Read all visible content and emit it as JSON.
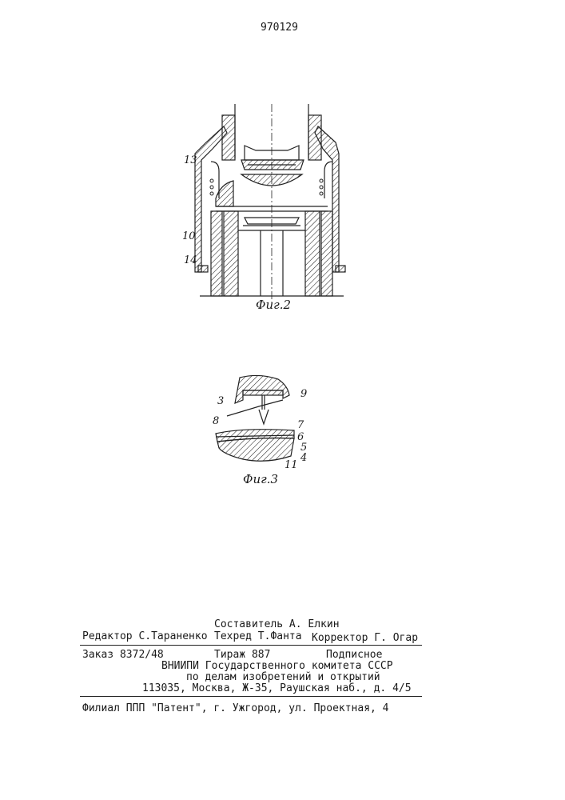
{
  "patent_number": "970129",
  "figure2": {
    "caption": "Фиг.2",
    "labels": {
      "l13": "13",
      "l10": "10",
      "l14": "14"
    }
  },
  "figure3": {
    "caption": "Фиг.3",
    "labels": {
      "l3": "3",
      "l9": "9",
      "l8": "8",
      "l7": "7",
      "l6": "6",
      "l5": "5",
      "l4": "4",
      "l11": "11"
    }
  },
  "imprint": {
    "compiler": "Составитель А. Елкин",
    "editor": "Редактор С.Тараненко",
    "techred": "Техред Т.Фанта",
    "corrector": "Корректор Г. Огар",
    "order": "Заказ 8372/48",
    "circulation": "Тираж 887",
    "subscription": "Подписное",
    "org1": "ВНИИПИ Государственного комитета СССР",
    "org2": "по делам изобретений и открытий",
    "address": "113035, Москва, Ж-35, Раушская наб., д. 4/5",
    "branch": "Филиал ППП \"Патент\", г. Ужгород, ул. Проектная, 4"
  }
}
